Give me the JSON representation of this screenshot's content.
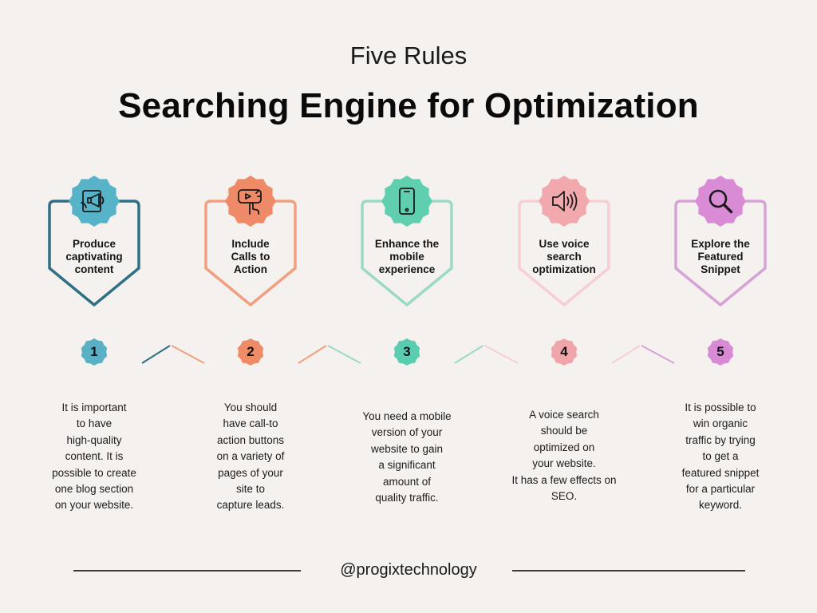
{
  "header": {
    "subtitle": "Five Rules",
    "title": "Searching Engine for Optimization"
  },
  "rules": [
    {
      "number": "1",
      "label_lines": [
        "Produce",
        "captivating",
        "content"
      ],
      "color": "#2f6f85",
      "badge_color": "#57b3c7",
      "num_color": "#5ab0c4",
      "icon": "megaphone-tablet-icon",
      "desc_lines": [
        "It is important",
        "to have",
        "high-quality",
        "content. It is",
        "possible to create",
        "one blog section",
        "on your website."
      ]
    },
    {
      "number": "2",
      "label_lines": [
        "Include",
        "Calls to",
        "Action"
      ],
      "color": "#f0a07f",
      "badge_color": "#ef8a68",
      "num_color": "#ee8c68",
      "icon": "click-video-icon",
      "desc_lines": [
        "You should",
        "have call-to",
        "action buttons",
        "on a variety of",
        "pages of your",
        "site to",
        "capture leads."
      ]
    },
    {
      "number": "3",
      "label_lines": [
        "Enhance the",
        "mobile",
        "experience"
      ],
      "color": "#9bdac6",
      "badge_color": "#5fcfb0",
      "num_color": "#58cdb0",
      "icon": "smartphone-icon",
      "desc_lines": [
        "You need a mobile",
        "version of your",
        "website to gain",
        "a significant",
        "amount of",
        "quality traffic."
      ]
    },
    {
      "number": "4",
      "label_lines": [
        "Use voice",
        "search",
        "optimization"
      ],
      "color": "#f7cfd3",
      "badge_color": "#f2a9ae",
      "num_color": "#efa5a9",
      "icon": "speaker-icon",
      "desc_lines": [
        "A voice search",
        "should be",
        "optimized on",
        "your website.",
        "It has a few effects on",
        "SEO."
      ]
    },
    {
      "number": "5",
      "label_lines": [
        "Explore the",
        "Featured",
        "Snippet"
      ],
      "color": "#d6a3d8",
      "badge_color": "#d98bd6",
      "num_color": "#d98ad5",
      "icon": "magnifier-icon",
      "desc_lines": [
        "It is possible to",
        "win organic",
        "traffic by trying",
        "to get a",
        "featured snippet",
        "for a particular",
        "keyword."
      ]
    }
  ],
  "footer": {
    "handle": "@progixtechnology"
  }
}
